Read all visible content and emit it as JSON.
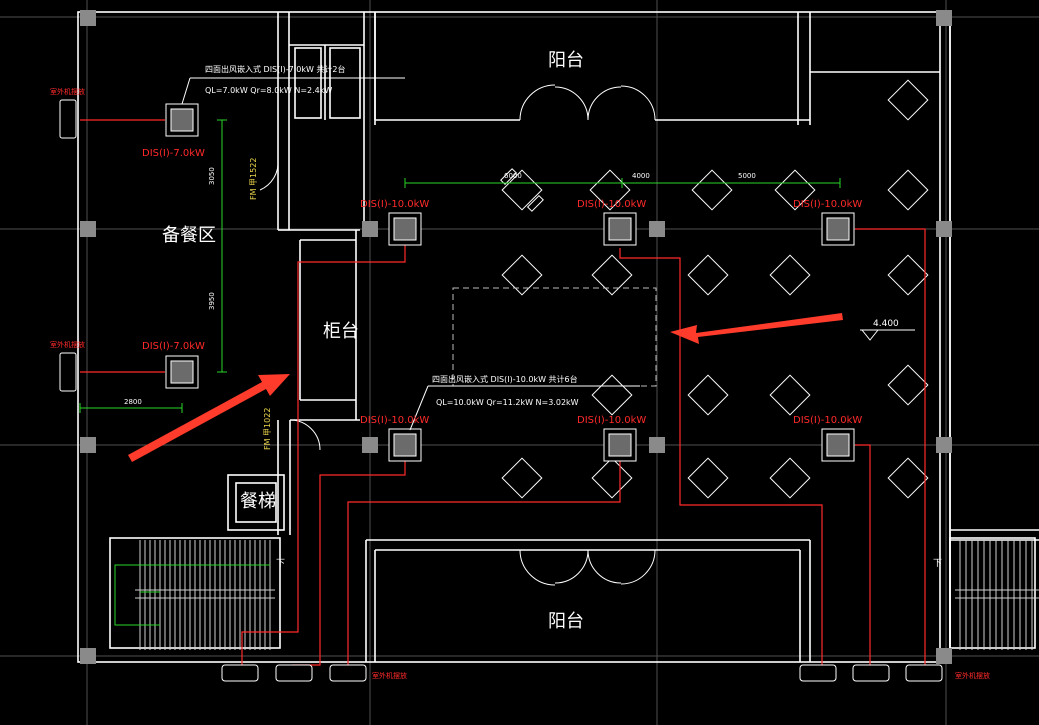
{
  "rooms": {
    "balcony_top": "阳台",
    "balcony_bottom": "阳台",
    "prep_area": "备餐区",
    "counter": "柜台",
    "dumbwaiter": "餐梯"
  },
  "units": {
    "u1": "DIS(I)-7.0kW",
    "u2": "DIS(I)-7.0kW",
    "u3": "DIS(I)-10.0kW",
    "u4": "DIS(I)-10.0kW",
    "u5": "DIS(I)-10.0kW",
    "u6": "DIS(I)-10.0kW",
    "u7": "DIS(I)-10.0kW",
    "u8": "DIS(I)-10.0kW"
  },
  "notes": {
    "spec1_line1": "四面出风嵌入式 DIS(I)-7.0kW 共计2台",
    "spec1_line2": "QL=7.0kW Qr=8.0kW N=2.4kW",
    "spec2_line1": "四面出风嵌入式 DIS(I)-10.0kW 共计6台",
    "spec2_line2": "QL=10.0kW Qr=11.2kW N=3.02kW",
    "outdoor_left_top": "室外机摆放",
    "outdoor_left_mid": "室外机摆放",
    "outdoor_bottom_left": "室外机摆放",
    "outdoor_bottom_right": "室外机摆放"
  },
  "dimensions": {
    "d1": "6000",
    "d2": "4000",
    "d3": "5000",
    "d4": "3050",
    "d5": "3950",
    "d6": "2800",
    "elevation": "4.400"
  },
  "doors": {
    "door1": "FM 甲1522",
    "door2": "FM 甲1022"
  },
  "stairs": {
    "up_left": "下",
    "up_right": "下"
  },
  "colors": {
    "background": "#000000",
    "wall": "#ffffff",
    "grid": "#5a5a5a",
    "pipe": "#ff2a2a",
    "dimension": "#29d629",
    "arrow": "#ff3b2b",
    "door_label": "#e6d24a",
    "column": "#8a8a8a"
  }
}
